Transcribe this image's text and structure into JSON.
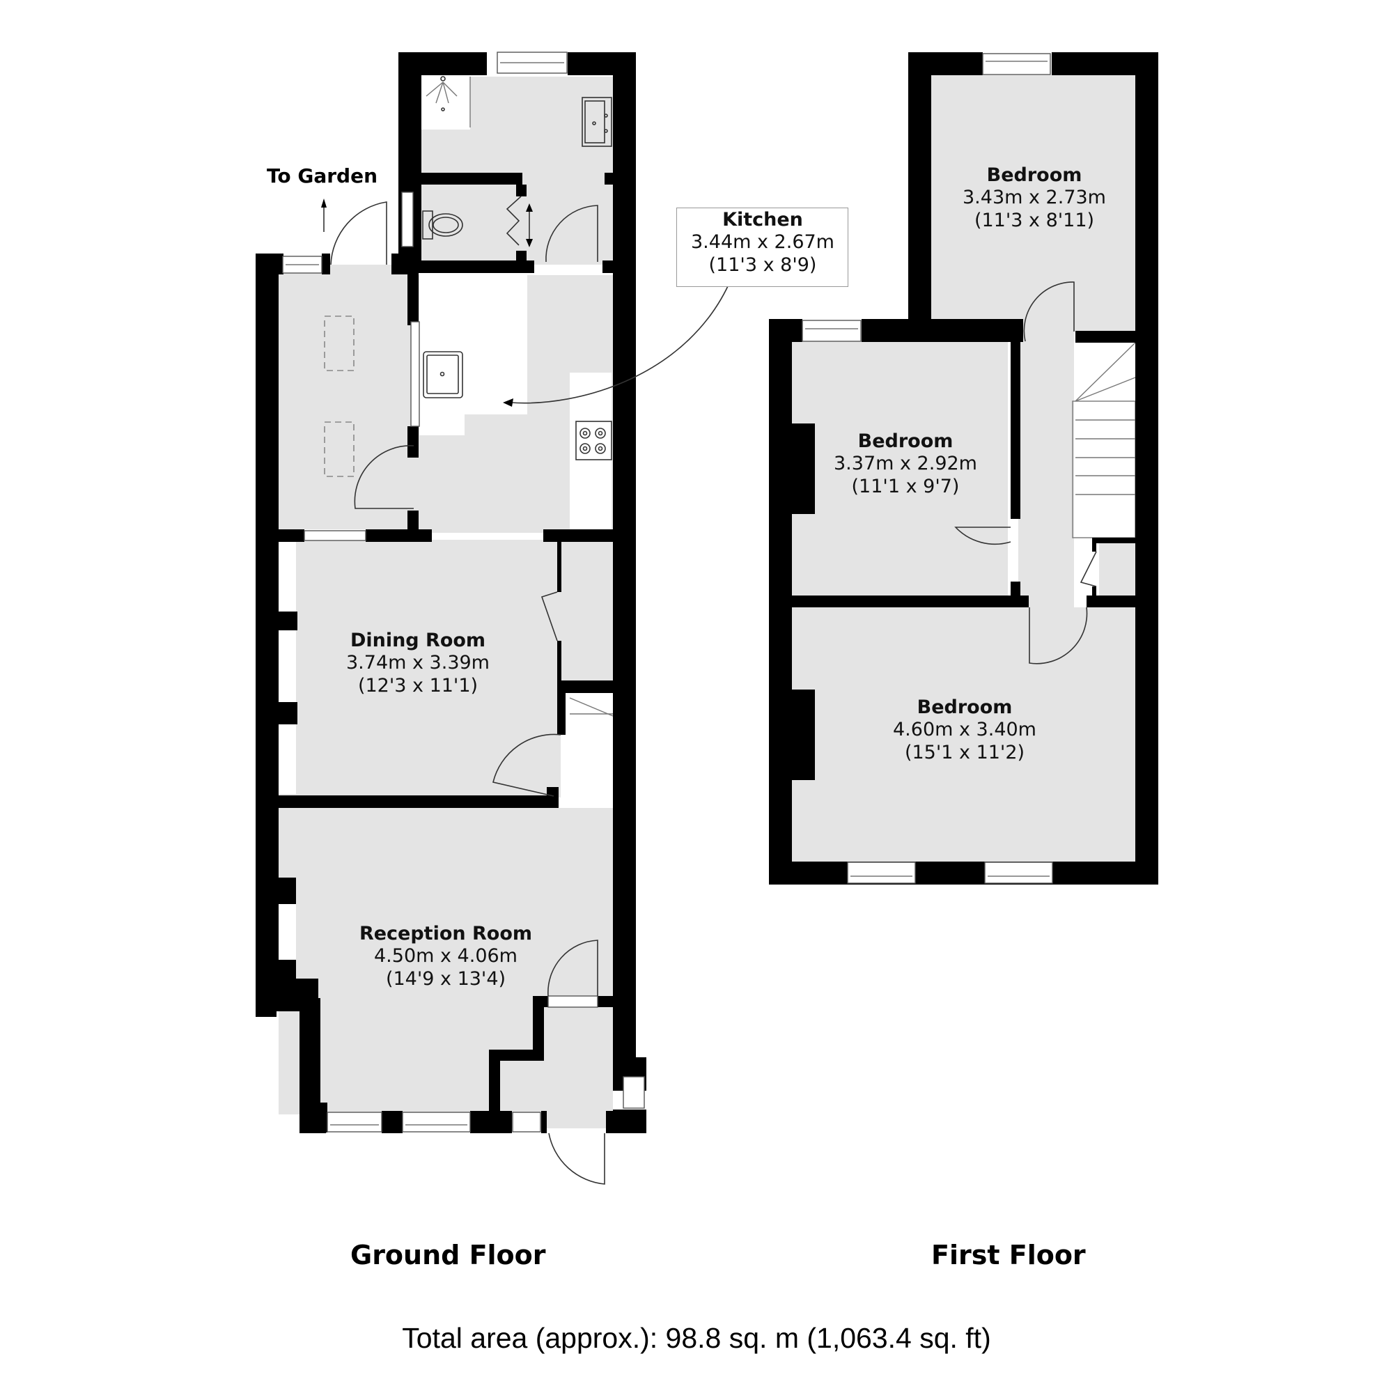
{
  "ground_floor": {
    "title": "Ground Floor",
    "garden_label": "To Garden",
    "rooms": [
      {
        "name": "Kitchen",
        "metric": "3.44m x 2.67m",
        "imperial": "(11'3 x 8'9)"
      },
      {
        "name": "Dining Room",
        "metric": "3.74m x 3.39m",
        "imperial": "(12'3 x 11'1)"
      },
      {
        "name": "Reception Room",
        "metric": "4.50m x 4.06m",
        "imperial": "(14'9 x 13'4)"
      }
    ]
  },
  "first_floor": {
    "title": "First Floor",
    "rooms": [
      {
        "name": "Bedroom",
        "metric": "3.43m x 2.73m",
        "imperial": "(11'3 x 8'11)"
      },
      {
        "name": "Bedroom",
        "metric": "3.37m x 2.92m",
        "imperial": "(11'1 x 9'7)"
      },
      {
        "name": "Bedroom",
        "metric": "4.60m x 3.40m",
        "imperial": "(15'1 x 11'2)"
      }
    ]
  },
  "total_area": "Total area (approx.): 98.8 sq. m (1,063.4 sq. ft)",
  "icons": [
    "shower-icon",
    "basin-icon",
    "toilet-icon",
    "sink-icon",
    "hob-icon",
    "stairs-icon",
    "door-swing-icon",
    "window-icon",
    "arrow-up-icon"
  ],
  "colors": {
    "wall": "#000000",
    "floor": "#e4e4e4",
    "background": "#ffffff"
  }
}
